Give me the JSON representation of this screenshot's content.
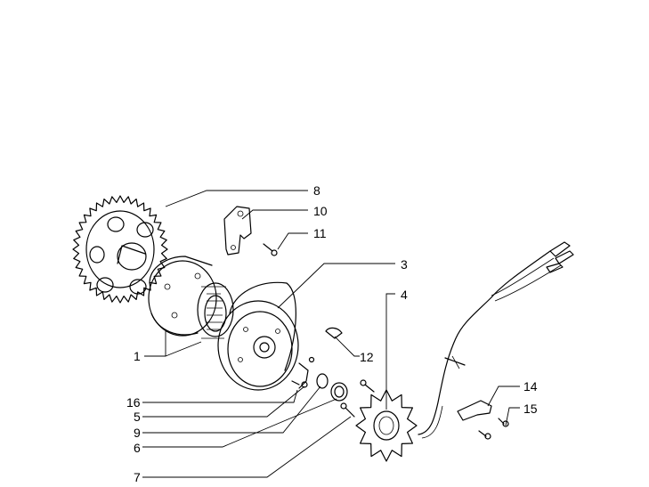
{
  "parts": [
    {
      "id": "p8",
      "label": "8"
    },
    {
      "id": "p10",
      "label": "10"
    },
    {
      "id": "p11",
      "label": "11"
    },
    {
      "id": "p3",
      "label": "3"
    },
    {
      "id": "p4",
      "label": "4"
    },
    {
      "id": "p12",
      "label": "12"
    },
    {
      "id": "p1",
      "label": "1"
    },
    {
      "id": "p14",
      "label": "14"
    },
    {
      "id": "p15",
      "label": "15"
    },
    {
      "id": "p16",
      "label": "16"
    },
    {
      "id": "p5",
      "label": "5"
    },
    {
      "id": "p9",
      "label": "9"
    },
    {
      "id": "p6",
      "label": "6"
    },
    {
      "id": "p7",
      "label": "7"
    }
  ]
}
